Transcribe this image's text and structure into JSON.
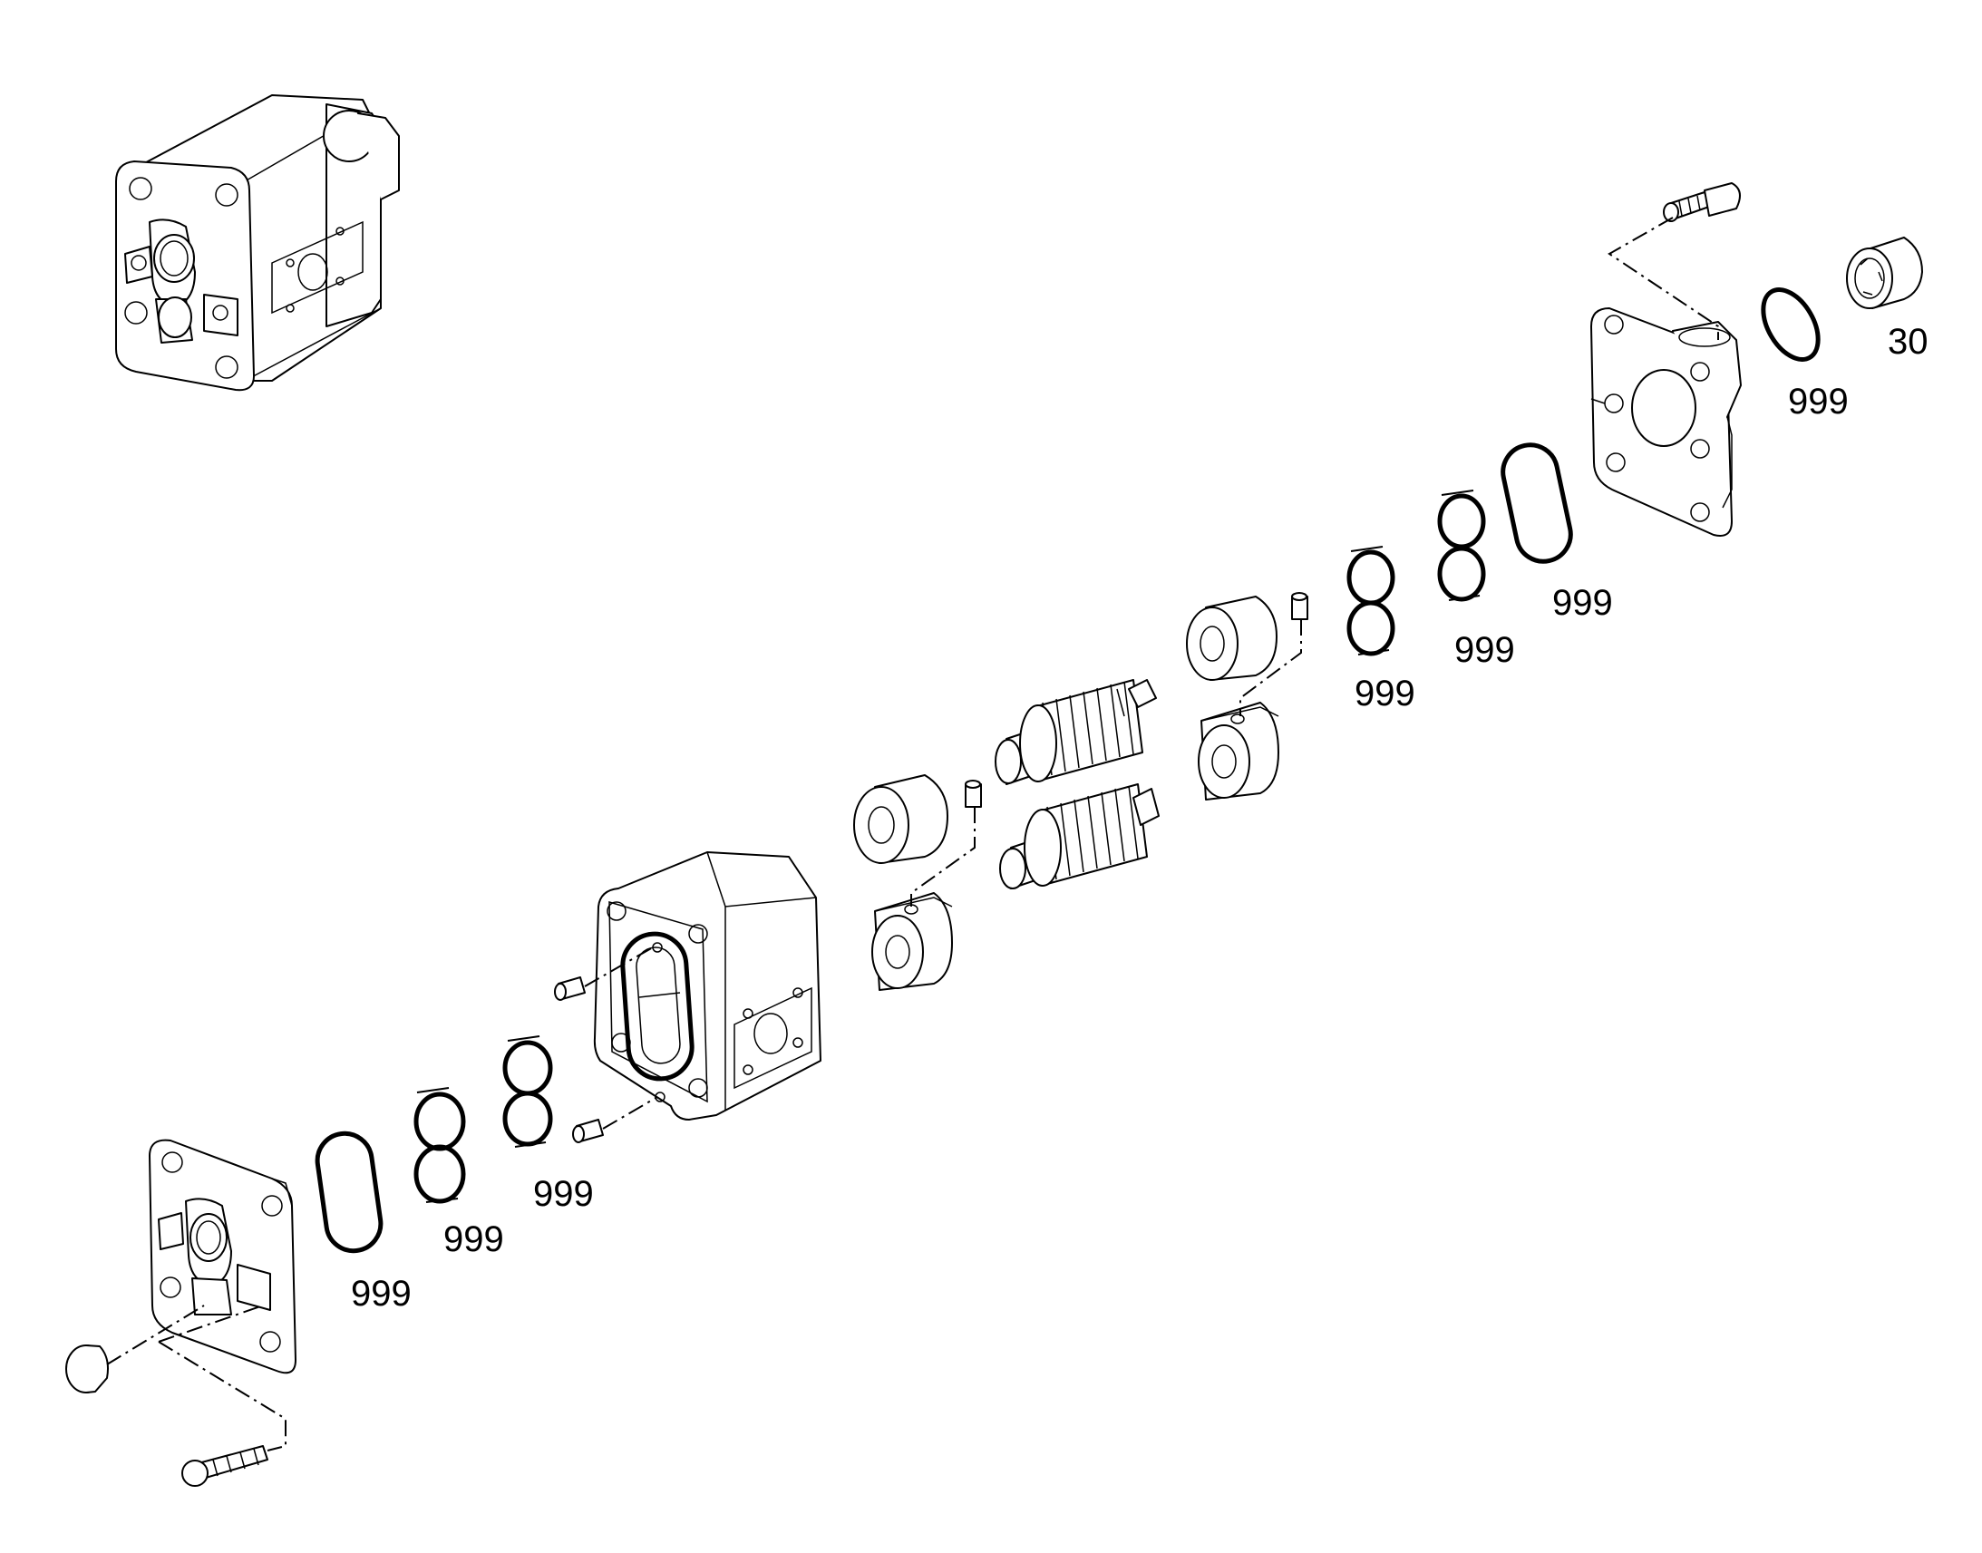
{
  "colors": {
    "line": "#000000",
    "background": "#ffffff"
  },
  "callouts": [
    {
      "text": "999"
    },
    {
      "text": "999"
    },
    {
      "text": "999"
    },
    {
      "text": "999"
    },
    {
      "text": "999"
    },
    {
      "text": "999"
    },
    {
      "text": "999"
    },
    {
      "text": "30"
    }
  ]
}
